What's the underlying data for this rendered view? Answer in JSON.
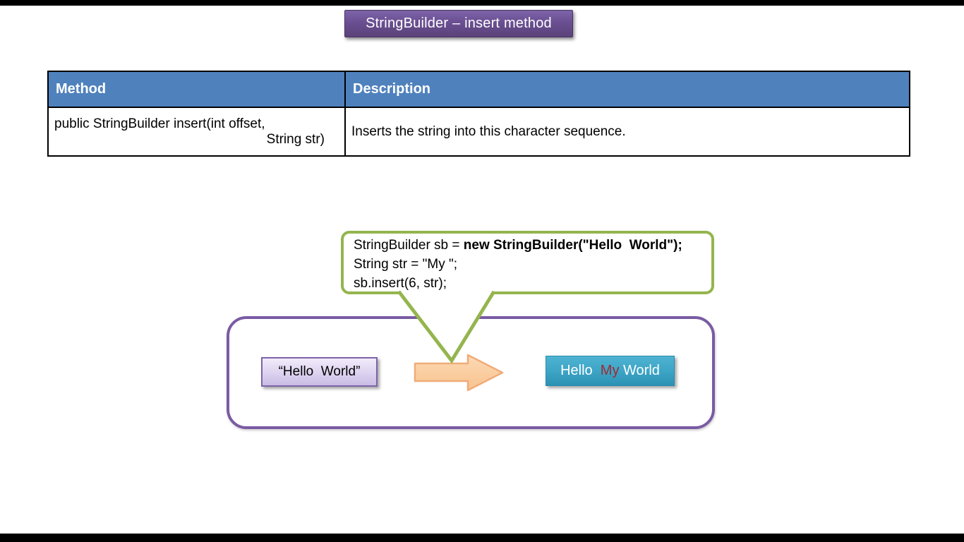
{
  "title": {
    "text": "StringBuilder – insert method"
  },
  "table": {
    "headers": {
      "method": "Method",
      "description": "Description"
    },
    "row": {
      "method_line1": "public StringBuilder insert(int offset,",
      "method_line2": "String str)",
      "description": "Inserts the string into this character sequence."
    }
  },
  "code_callout": {
    "lines": [
      [
        {
          "text": "StringBuilder sb = "
        },
        {
          "text": "new StringBuilder(\"Hello  World\");",
          "bold": true
        }
      ],
      [
        {
          "text": "String str = \"My \";"
        }
      ],
      [
        {
          "text": "sb.insert(6, str);"
        }
      ]
    ]
  },
  "diagram": {
    "before_label": "“Hello  World”",
    "after_parts": [
      {
        "text": "Hello  ",
        "color": "#ffffff"
      },
      {
        "text": "My",
        "color": "#9e2b34"
      },
      {
        "text": " World",
        "color": "#ffffff"
      }
    ]
  },
  "colors": {
    "header_blue": "#4f81bd",
    "callout_green": "#94b54e",
    "frame_purple": "#7a5ba3",
    "arrow_fill": "#fbd0a3",
    "arrow_border": "#efac79",
    "after_teal": "#3da5c6",
    "accent_red": "#9e2b34"
  }
}
